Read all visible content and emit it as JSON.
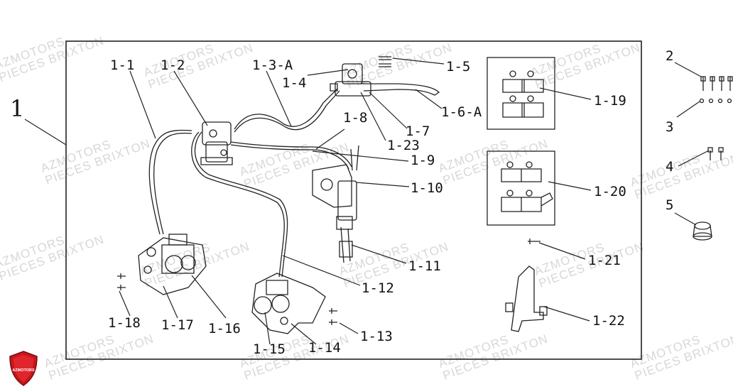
{
  "diagram": {
    "main_label": "1",
    "side_labels": [
      "2",
      "3",
      "4",
      "5"
    ],
    "part_labels": {
      "p1_1": "1-1",
      "p1_2": "1-2",
      "p1_3a": "1-3-A",
      "p1_4": "1-4",
      "p1_5": "1-5",
      "p1_6a": "1-6-A",
      "p1_7": "1-7",
      "p1_8": "1-8",
      "p1_9": "1-9",
      "p1_10": "1-10",
      "p1_11": "1-11",
      "p1_12": "1-12",
      "p1_13": "1-13",
      "p1_14": "1-14",
      "p1_15": "1-15",
      "p1_16": "1-16",
      "p1_17": "1-17",
      "p1_18": "1-18",
      "p1_19": "1-19",
      "p1_20": "1-20",
      "p1_21": "1-21",
      "p1_22": "1-22",
      "p1_23": "1-23"
    }
  },
  "watermark": {
    "line1": "AZMOTORS",
    "line2": "PIECES BRIXTON"
  },
  "logo": {
    "text": "AZMOTORS",
    "color": "#c8161d"
  }
}
